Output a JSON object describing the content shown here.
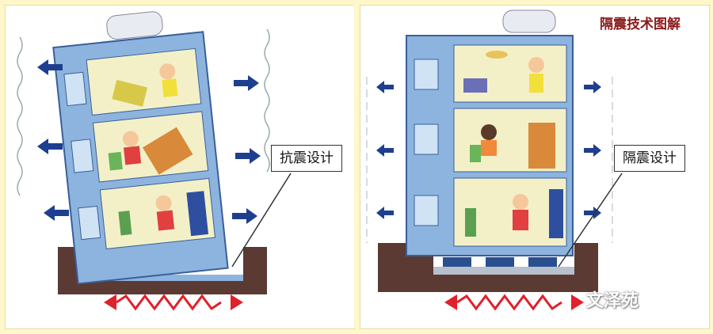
{
  "title": "隔震技术图解",
  "labels": {
    "left_callout": "抗震设计",
    "right_callout": "隔震设计"
  },
  "watermark": "文泽苑",
  "colors": {
    "background": "#fff7c9",
    "building_blue": "#8db4df",
    "building_outline": "#3a5f9a",
    "foundation": "#5a3a33",
    "arrow_blue": "#1e3f8f",
    "ground_arrow_red": "#e0202a",
    "isolator": "#2a4f8f"
  }
}
